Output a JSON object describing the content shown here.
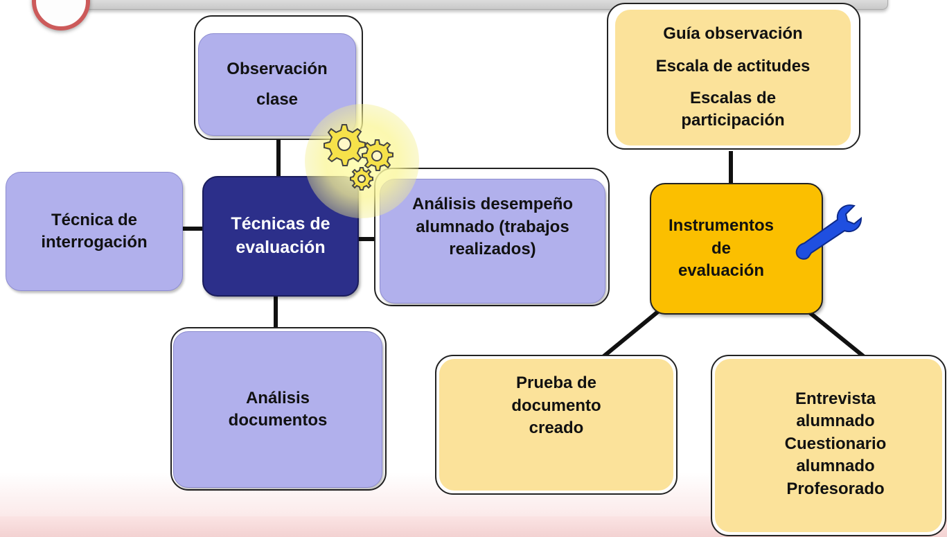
{
  "diagram": {
    "techniques": {
      "center_line1": "Técnicas de",
      "center_line2": "evaluación",
      "observation_line1": "Observación",
      "observation_line2": "clase",
      "interrogation_line1": "Técnica de",
      "interrogation_line2": "interrogación",
      "performance_line1": "Análisis desempeño",
      "performance_line2": "alumnado (trabajos",
      "performance_line3": "realizados)",
      "documents_line1": "Análisis",
      "documents_line2": "documentos"
    },
    "instruments": {
      "center_line1": "Instrumentos",
      "center_line2": "de",
      "center_line3": "evaluación",
      "top_item1": "Guía observación",
      "top_item2": "Escala de actitudes",
      "top_item3_line1": "Escalas de",
      "top_item3_line2": "participación",
      "test_line1": "Prueba de",
      "test_line2": "documento",
      "test_line3": "creado",
      "interview_line1": "Entrevista",
      "interview_line2": "alumnado",
      "interview_line3": "Cuestionario",
      "interview_line4": "alumnado",
      "interview_line5": "Profesorado"
    }
  },
  "icons": {
    "gears": "gears-icon",
    "wrench": "wrench-icon"
  },
  "colors": {
    "technique_box": "#b1b0ec",
    "technique_center": "#2c2f8a",
    "instrument_center": "#fbbf00",
    "instrument_box": "#fbe29a",
    "wrench": "#1f4fe0"
  }
}
